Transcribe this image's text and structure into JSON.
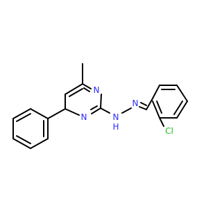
{
  "molecule": {
    "atoms": {
      "nitrogen_ring_top": "N",
      "nitrogen_ring_bottom": "N",
      "nitrogen_hydrazone_nh": "N",
      "hydrogen_nh": "H",
      "nitrogen_hydrazone_imine": "N",
      "chlorine": "Cl"
    },
    "colors": {
      "bond": "#000000",
      "nitrogen": "#2b2bff",
      "chlorine": "#1fbf1f"
    }
  }
}
